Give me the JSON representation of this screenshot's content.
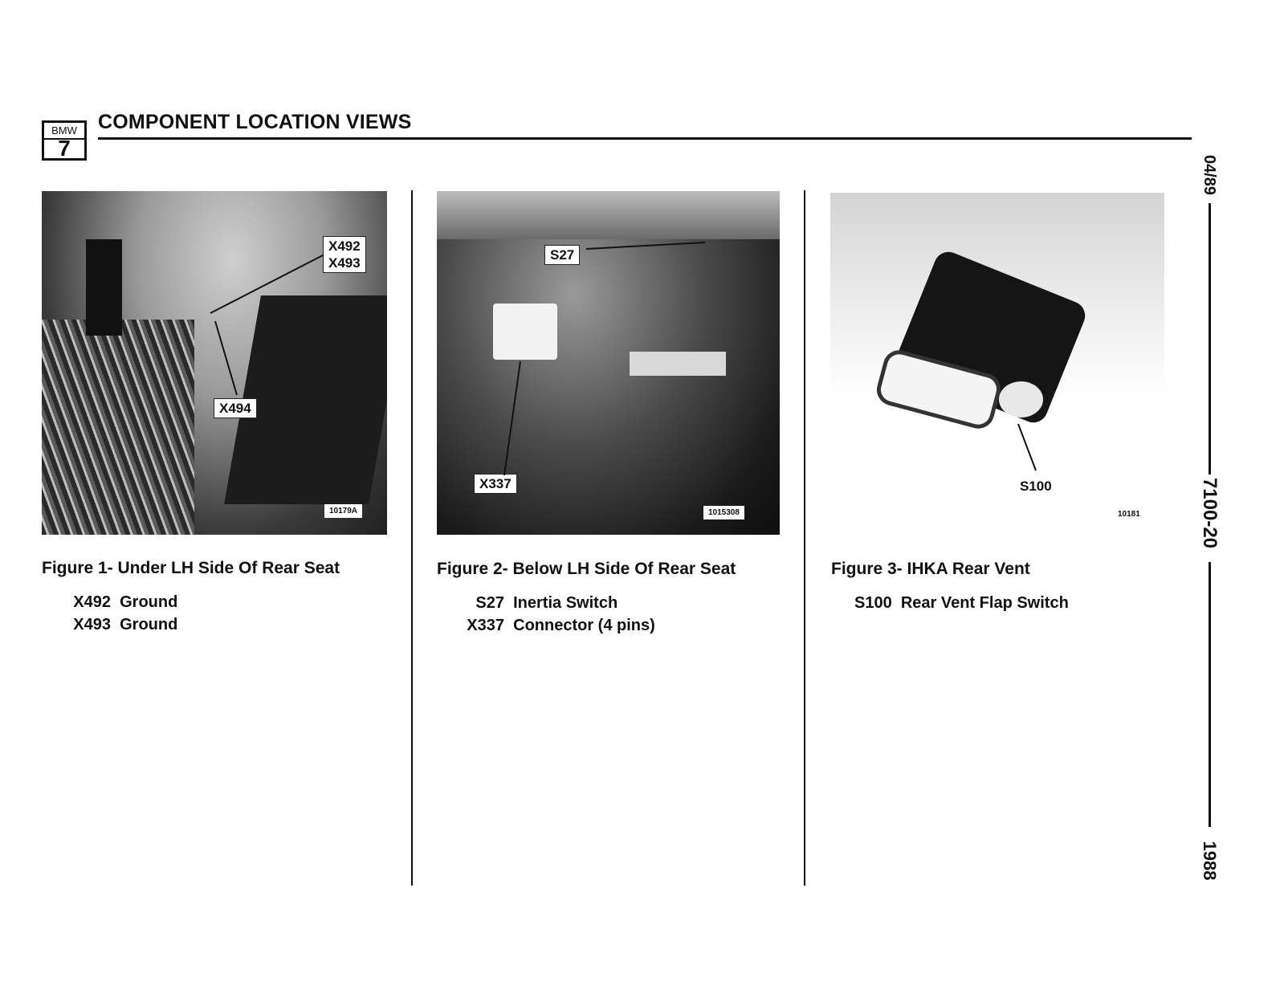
{
  "header": {
    "logo_brand": "BMW",
    "logo_series": "7",
    "title": "COMPONENT LOCATION VIEWS"
  },
  "side": {
    "date": "04/89",
    "section": "7100-20",
    "year": "1988"
  },
  "figures": [
    {
      "caption": "Figure 1- Under LH Side Of Rear Seat",
      "photo_id": "10179A",
      "callouts": [
        "X492\nX493",
        "X494"
      ],
      "legend": [
        {
          "code": "X492",
          "desc": "Ground"
        },
        {
          "code": "X493",
          "desc": "Ground"
        }
      ]
    },
    {
      "caption": "Figure 2- Below LH Side Of Rear Seat",
      "photo_id": "1015308",
      "callouts": [
        "S27",
        "X337"
      ],
      "legend": [
        {
          "code": "S27",
          "desc": "Inertia Switch"
        },
        {
          "code": "X337",
          "desc": "Connector (4 pins)"
        }
      ]
    },
    {
      "caption": "Figure 3- IHKA Rear Vent",
      "photo_id": "10181",
      "callouts": [
        "S100"
      ],
      "legend": [
        {
          "code": "S100",
          "desc": "Rear Vent Flap Switch"
        }
      ]
    }
  ]
}
